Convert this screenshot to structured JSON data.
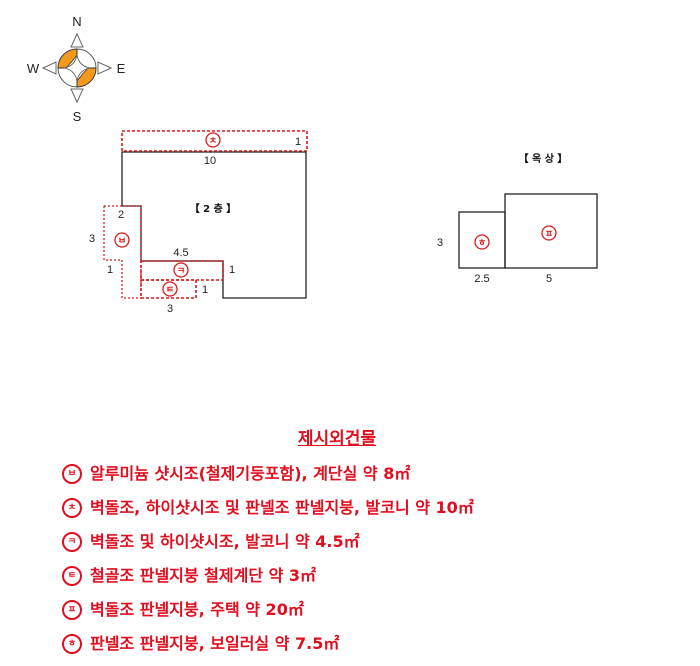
{
  "compass": {
    "north": "N",
    "south": "S",
    "east": "E",
    "west": "W",
    "accent_color": "#f39a1e"
  },
  "floor2": {
    "title": "【 2 층 】",
    "dimensions": {
      "top_width": "10",
      "top_band_height": "1",
      "notch_width": "2",
      "left_band_height": "3",
      "left_band_lower": "1",
      "middle_width": "4.5",
      "middle_height": "1",
      "lower_height": "1",
      "lower_width": "3"
    },
    "markers": {
      "top_band": "ㅊ",
      "left_band": "ㅂ",
      "middle_band": "ㅋ",
      "lower_band": "ㅌ"
    }
  },
  "rooftop": {
    "title": "【 옥 상 】",
    "dimensions": {
      "height": "3",
      "small_width": "2.5",
      "large_width": "5"
    },
    "markers": {
      "small": "ㅎ",
      "large": "ㅍ"
    }
  },
  "legend": {
    "title": "제시외건물",
    "color": "#e00e1e",
    "items": [
      {
        "marker": "ㅂ",
        "text": "알루미늄 샷시조(철제기둥포함), 계단실 약 8㎡"
      },
      {
        "marker": "ㅊ",
        "text": "벽돌조, 하이샷시조 및 판넬조 판넬지붕, 발코니 약 10㎡"
      },
      {
        "marker": "ㅋ",
        "text": "벽돌조 및 하이샷시조, 발코니 약 4.5㎡"
      },
      {
        "marker": "ㅌ",
        "text": "철골조 판넬지붕 철제계단 약 3㎡"
      },
      {
        "marker": "ㅍ",
        "text": "벽돌조 판넬지붕, 주택 약 20㎡"
      },
      {
        "marker": "ㅎ",
        "text": "판넬조 판넬지붕, 보일러실 약 7.5㎡"
      }
    ]
  }
}
